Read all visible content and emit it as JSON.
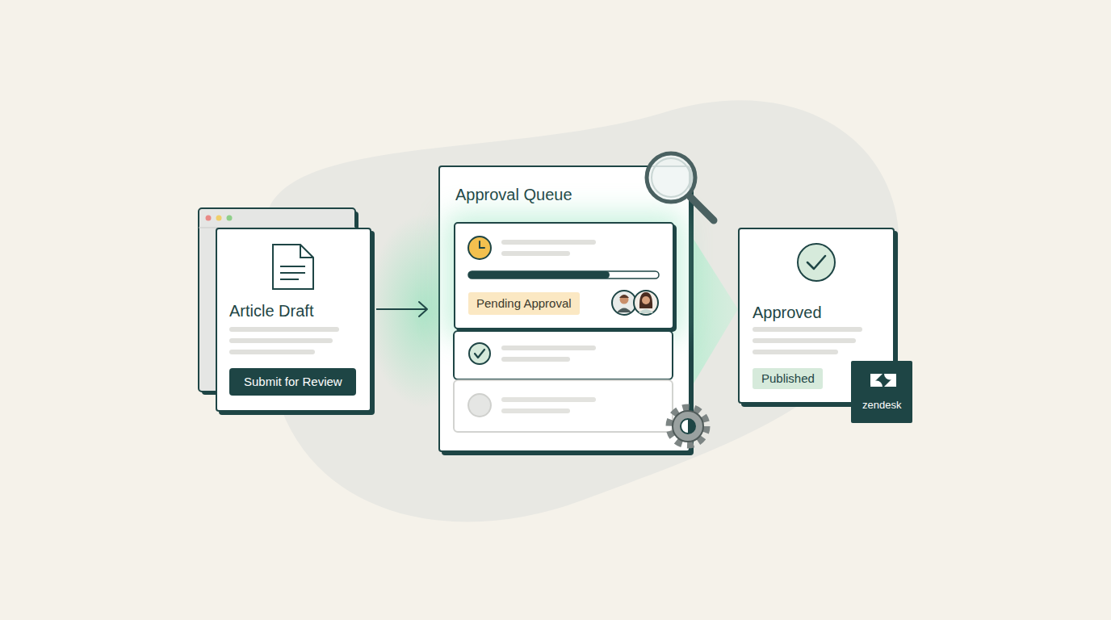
{
  "diagram": {
    "nodes": [
      {
        "text": [
          "Article Draft"
        ]
      },
      {
        "text": [
          "Submit for Review"
        ],
        "in": 0
      },
      {
        "text": [
          "Approval Queue"
        ]
      },
      {
        "text": [
          "Pending Approval"
        ],
        "in": 2
      },
      {
        "text": [
          "Approved"
        ]
      },
      {
        "text": [
          "Published"
        ],
        "in": 4
      },
      {
        "text": [
          "zendesk"
        ]
      }
    ],
    "edges": [
      {
        "from": 0,
        "to": 2,
        "arrow": "to"
      }
    ]
  }
}
